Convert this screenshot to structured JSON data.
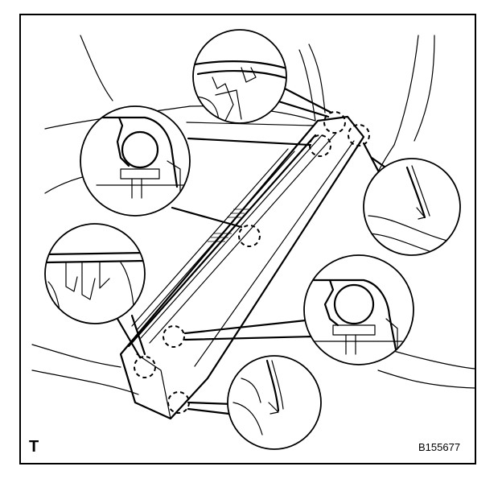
{
  "diagram": {
    "corner_mark": "T",
    "figure_id": "B155677",
    "colors": {
      "line": "#000000",
      "background": "#ffffff"
    },
    "clip_count": 7,
    "callout_count": 6
  }
}
